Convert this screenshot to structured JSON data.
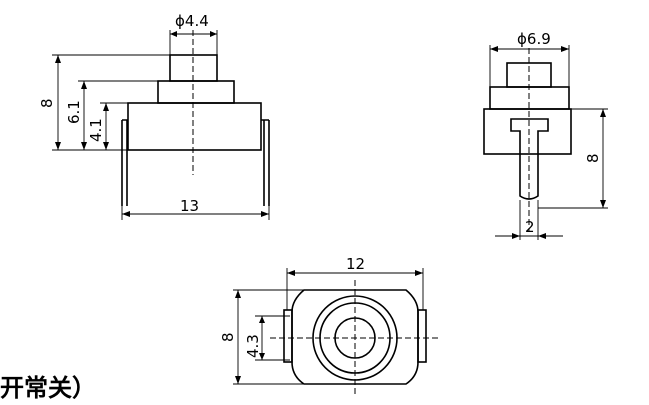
{
  "dimensions": {
    "front_cap_diameter": "ϕ4.4",
    "front_height_total": "8",
    "front_height_mid": "6.1",
    "front_height_body": "4.1",
    "front_width": "13",
    "side_diameter": "ϕ6.9",
    "side_height": "8",
    "side_pin_width": "2",
    "bottom_width": "12",
    "bottom_height": "8",
    "bottom_inner": "4.3"
  },
  "caption": "开常关）"
}
